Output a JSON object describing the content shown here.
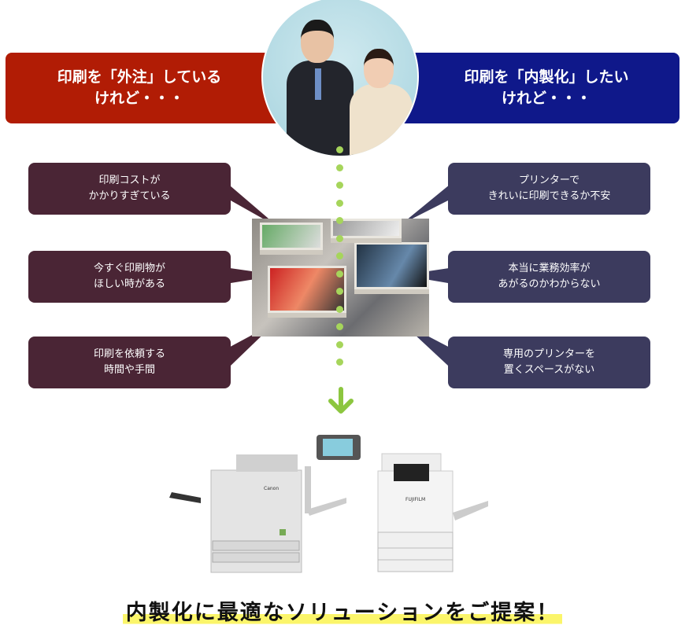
{
  "header": {
    "left_label": "印刷を「外注」している\nけれど・・・",
    "right_label": "印刷を「内製化」したい\nけれど・・・"
  },
  "left_concerns": [
    "印刷コストが\nかかりすぎている",
    "今すぐ印刷物が\nほしい時がある",
    "印刷を依頼する\n時間や手間"
  ],
  "right_concerns": [
    "プリンターで\nきれいに印刷できるか不安",
    "本当に業務効率が\nあがるのかわからない",
    "専用のプリンターを\n置くスペースがない"
  ],
  "printer_brands": [
    "Canon",
    "FUJIFILM"
  ],
  "conclusion": "内製化に最適なソリューションをご提案！",
  "colors": {
    "outsource": "#b11c05",
    "inhouse": "#0f188a",
    "left_bubble": "#4a2535",
    "right_bubble": "#3c3b5e",
    "dots": "#a6d55b",
    "highlight": "#fbf56a"
  }
}
